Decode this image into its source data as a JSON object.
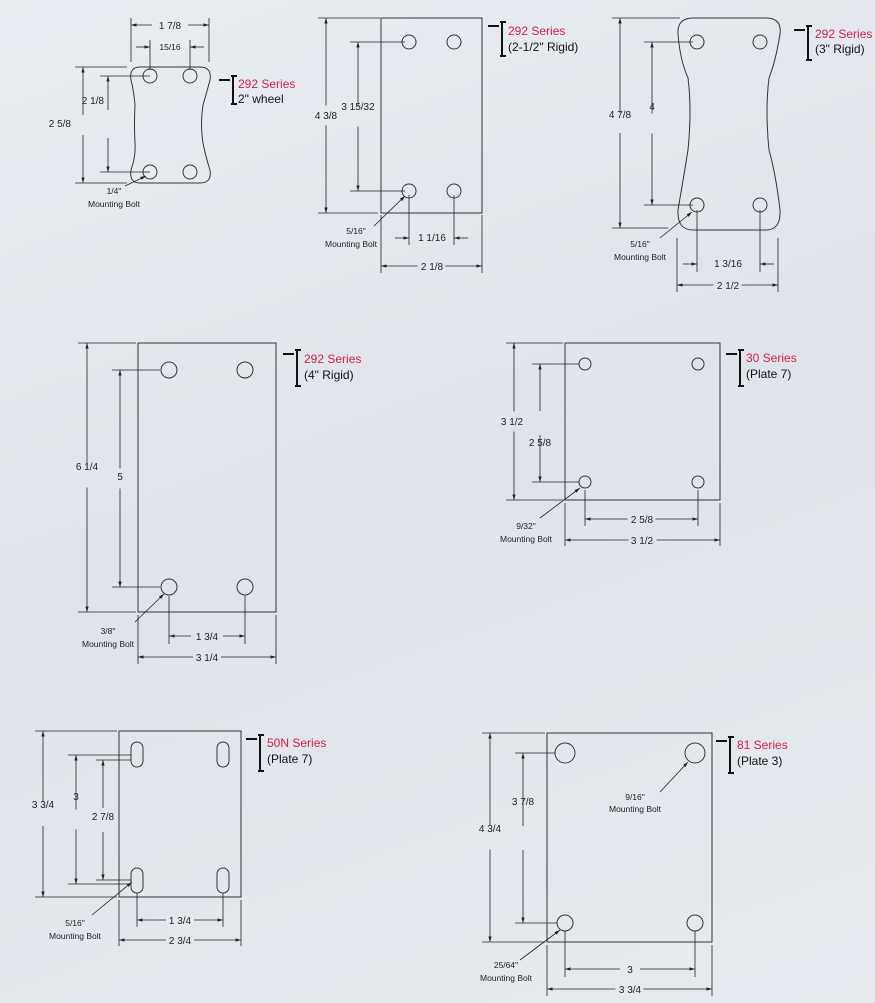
{
  "plates": [
    {
      "series": "292 Series",
      "subtitle": "2\" wheel",
      "bolt_size": "1/4\"",
      "bolt_label": "Mounting Bolt",
      "overall_width": "1 7/8",
      "hole_width": "15/16",
      "overall_height": "2 5/8",
      "hole_height": "2 1/8"
    },
    {
      "series": "292 Series",
      "subtitle": "(2-1/2\" Rigid)",
      "bolt_size": "5/16\"",
      "bolt_label": "Mounting Bolt",
      "overall_width": "2 1/8",
      "hole_width": "1 1/16",
      "overall_height": "4 3/8",
      "hole_height": "3 15/32"
    },
    {
      "series": "292 Series",
      "subtitle": "(3\" Rigid)",
      "bolt_size": "5/16\"",
      "bolt_label": "Mounting Bolt",
      "overall_width": "2 1/2",
      "hole_width": "1 3/16",
      "overall_height": "4 7/8",
      "hole_height": "4"
    },
    {
      "series": "292 Series",
      "subtitle": "(4\" Rigid)",
      "bolt_size": "3/8\"",
      "bolt_label": "Mounting Bolt",
      "overall_width": "3 1/4",
      "hole_width": "1 3/4",
      "overall_height": "6 1/4",
      "hole_height": "5"
    },
    {
      "series": "30 Series",
      "subtitle": "(Plate 7)",
      "bolt_size": "9/32\"",
      "bolt_label": "Mounting Bolt",
      "overall_width": "3 1/2",
      "hole_width": "2 5/8",
      "overall_height": "3 1/2",
      "hole_height": "2 5/8"
    },
    {
      "series": "50N Series",
      "subtitle": "(Plate 7)",
      "bolt_size": "5/16\"",
      "bolt_label": "Mounting Bolt",
      "overall_width": "2 3/4",
      "hole_width": "1 3/4",
      "overall_height": "3 3/4",
      "hole_height": "3",
      "hole_height_2": "2 7/8"
    },
    {
      "series": "81 Series",
      "subtitle": "(Plate 3)",
      "bolt_size": "25/64\"",
      "bolt_label": "Mounting Bolt",
      "bolt_size_2": "9/16\"",
      "bolt_label_2": "Mounting Bolt",
      "overall_width": "3 3/4",
      "hole_width": "3",
      "overall_height": "4 3/4",
      "hole_height": "3 7/8"
    }
  ]
}
